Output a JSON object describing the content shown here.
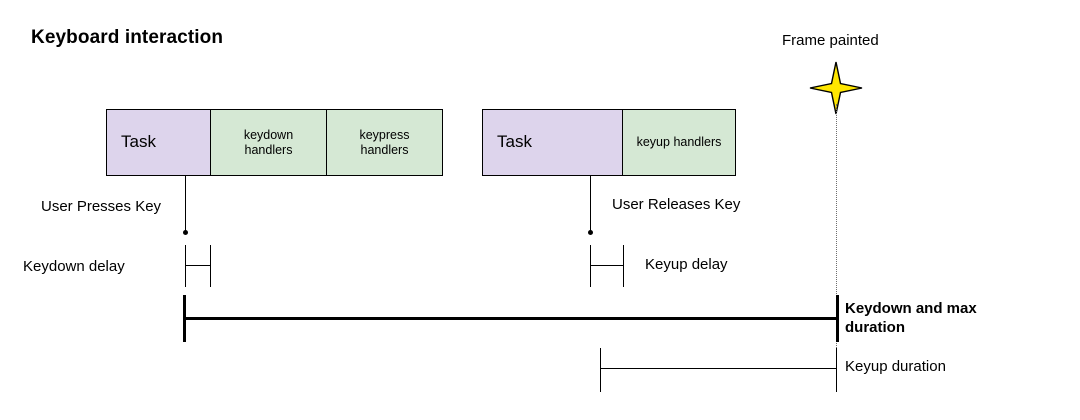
{
  "diagram": {
    "title": "Keyboard interaction",
    "type": "timeline",
    "colors": {
      "task_fill": "#ddd4ec",
      "handler_fill": "#d5e8d4",
      "stroke": "#000000",
      "star_fill": "#ffe600",
      "frame_line": "#6f6f6f",
      "background": "#ffffff"
    },
    "rows": [
      {
        "name": "keydown-row",
        "blocks": [
          {
            "label": "Task",
            "kind": "task"
          },
          {
            "label": "keydown\nhandlers",
            "line1": "keydown",
            "line2": "handlers",
            "kind": "handler"
          },
          {
            "label": "keypress\nhandlers",
            "line1": "keypress",
            "line2": "handlers",
            "kind": "handler"
          }
        ]
      },
      {
        "name": "keyup-row",
        "blocks": [
          {
            "label": "Task",
            "kind": "task"
          },
          {
            "label": "keyup handlers",
            "line1": "keyup handlers",
            "line2": "",
            "kind": "handler"
          }
        ]
      }
    ],
    "events": [
      {
        "name": "user-presses-key",
        "label": "User Presses Key"
      },
      {
        "name": "user-releases-key",
        "label": "User Releases Key"
      }
    ],
    "frame": {
      "label": "Frame painted",
      "marker_icon": "star-icon"
    },
    "measures": [
      {
        "name": "keydown-delay",
        "label": "Keydown delay",
        "style": "bracket",
        "bold": false
      },
      {
        "name": "keyup-delay",
        "label": "Keyup delay",
        "style": "bracket",
        "bold": false
      },
      {
        "name": "keydown-and-max-duration",
        "label": "Keydown and max duration",
        "line1": "Keydown and max",
        "line2": "duration",
        "style": "thick-span",
        "bold": true
      },
      {
        "name": "keyup-duration",
        "label": "Keyup duration",
        "style": "thin-span",
        "bold": false
      }
    ]
  }
}
